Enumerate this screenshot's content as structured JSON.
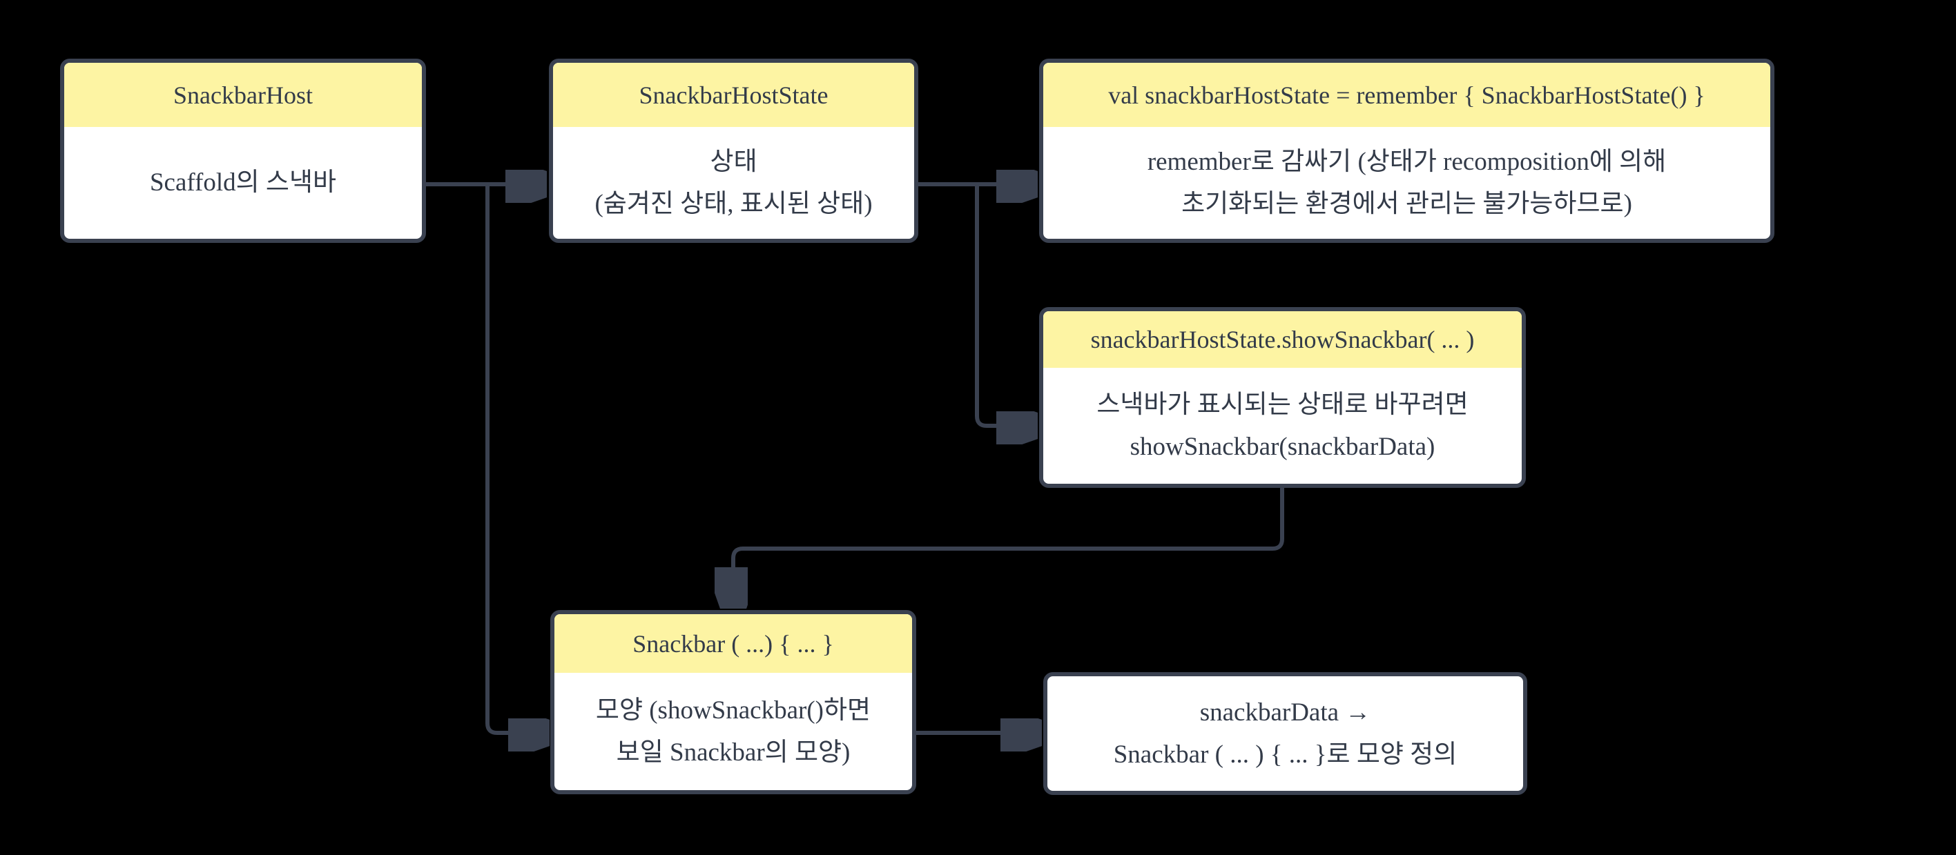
{
  "theme": {
    "bg": "#000000",
    "node-bg": "#ffffff",
    "node-border": "#3a4150",
    "header-bg": "#fdf4a3",
    "line": "#3a4150",
    "text": "#333b49"
  },
  "nodes": [
    {
      "id": "snackbarhost",
      "title": "SnackbarHost",
      "body": [
        "Scaffold의 스낵바"
      ]
    },
    {
      "id": "snackbarhoststate",
      "title": "SnackbarHostState",
      "body": [
        "상태",
        "(숨겨진 상태, 표시된 상태)"
      ]
    },
    {
      "id": "remember-snippet",
      "title": "val snackbarHostState = remember { SnackbarHostState() }",
      "body": [
        "remember로 감싸기 (상태가 recomposition에 의해",
        "초기화되는 환경에서 관리는 불가능하므로)"
      ]
    },
    {
      "id": "showsnackbar-call",
      "title": "snackbarHostState.showSnackbar( ... )",
      "body": [
        "스낵바가 표시되는 상태로 바꾸려면",
        "showSnackbar(snackbarData)"
      ]
    },
    {
      "id": "snackbar-composable",
      "title": "Snackbar ( ...) { ... }",
      "body": [
        "모양 (showSnackbar()하면",
        "보일 Snackbar의 모양)"
      ]
    },
    {
      "id": "snackbardata-note",
      "title": "",
      "body": [
        "snackbarData →",
        "Snackbar ( ... ) { ... }로 모양 정의"
      ]
    }
  ]
}
